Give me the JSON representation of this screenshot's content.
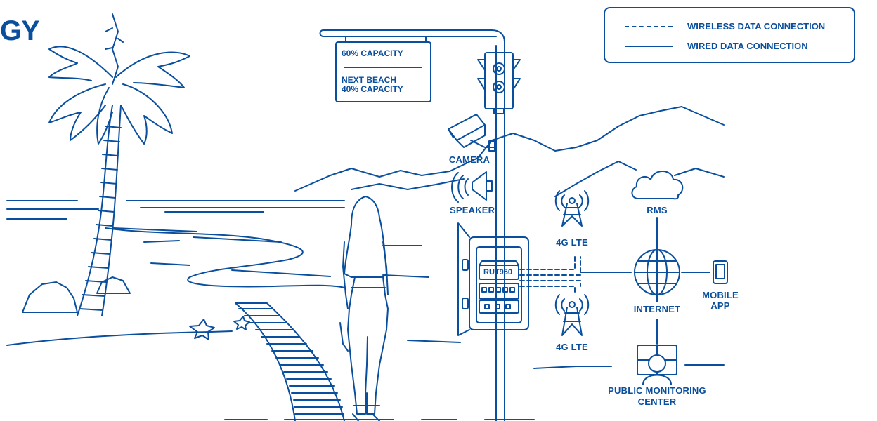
{
  "title_fragment": "GY",
  "legend": {
    "wireless": "WIRELESS DATA CONNECTION",
    "wired": "WIRED DATA CONNECTION"
  },
  "sign": {
    "line1": "60% CAPACITY",
    "line2": "NEXT BEACH",
    "line3": "40% CAPACITY"
  },
  "labels": {
    "camera": "CAMERA",
    "speaker": "SPEAKER",
    "lte_top": "4G LTE",
    "lte_bottom": "4G LTE",
    "rms": "RMS",
    "internet": "INTERNET",
    "mobile_line1": "MOBILE",
    "mobile_line2": "APP",
    "center_line1": "PUBLIC MONITORING",
    "center_line2": "CENTER"
  },
  "device": {
    "model": "RUT950"
  },
  "colors": {
    "line": "#0a4f9e",
    "background": "#ffffff"
  }
}
